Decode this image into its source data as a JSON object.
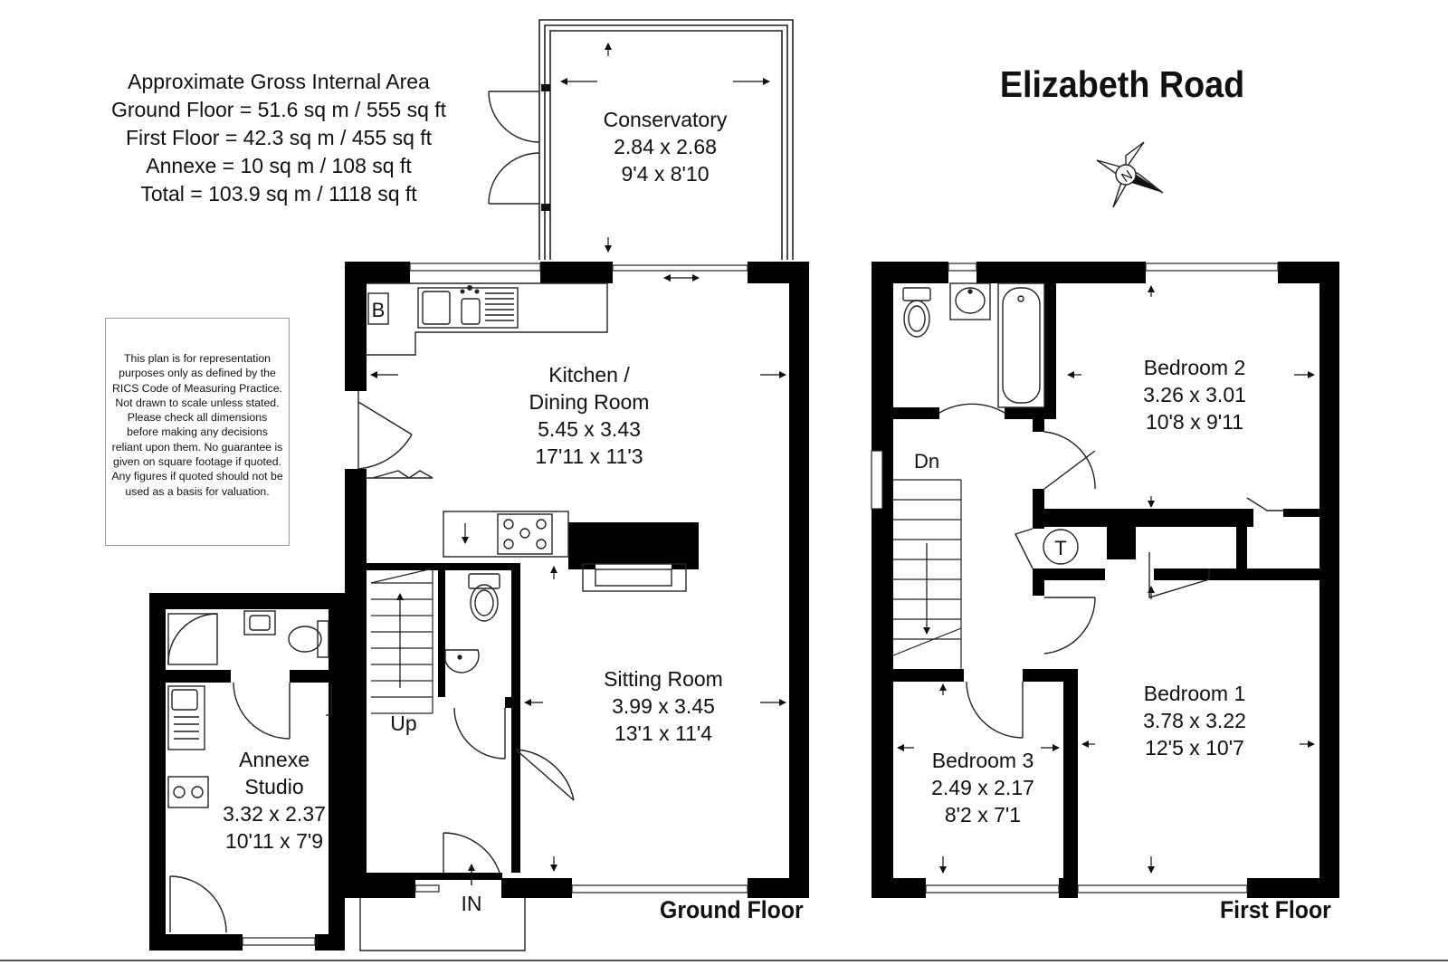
{
  "title": "Elizabeth Road",
  "area_summary": {
    "heading": "Approximate Gross Internal Area",
    "ground_floor": "Ground Floor = 51.6 sq m / 555 sq ft",
    "first_floor": "First Floor = 42.3 sq m / 455 sq ft",
    "annexe": "Annexe = 10 sq m / 108 sq ft",
    "total": "Total = 103.9 sq m / 1118 sq ft"
  },
  "disclaimer": "This plan is for representation purposes only as defined by the RICS Code of Measuring Practice. Not drawn to scale unless stated. Please check all dimensions before making any decisions reliant upon them. No guarantee is given on square footage if quoted. Any figures if quoted should not be used as a basis for valuation.",
  "compass_letter": "N",
  "floors": {
    "ground": "Ground Floor",
    "first": "First Floor"
  },
  "rooms": {
    "conservatory": {
      "name": "Conservatory",
      "metric": "2.84 x 2.68",
      "imperial": "9'4 x 8'10"
    },
    "kitchen": {
      "name_line1": "Kitchen /",
      "name_line2": "Dining Room",
      "metric": "5.45 x 3.43",
      "imperial": "17'11 x 11'3"
    },
    "sitting": {
      "name": "Sitting Room",
      "metric": "3.99 x 3.45",
      "imperial": "13'1 x 11'4"
    },
    "annexe": {
      "name_line1": "Annexe",
      "name_line2": "Studio",
      "metric": "3.32 x 2.37",
      "imperial": "10'11 x 7'9"
    },
    "bedroom1": {
      "name": "Bedroom 1",
      "metric": "3.78 x 3.22",
      "imperial": "12'5 x 10'7"
    },
    "bedroom2": {
      "name": "Bedroom 2",
      "metric": "3.26 x 3.01",
      "imperial": "10'8 x 9'11"
    },
    "bedroom3": {
      "name": "Bedroom 3",
      "metric": "2.49 x 2.17",
      "imperial": "8'2 x 7'1"
    }
  },
  "markers": {
    "boiler": "B",
    "tank": "T",
    "up": "Up",
    "down": "Dn",
    "entrance": "IN"
  }
}
